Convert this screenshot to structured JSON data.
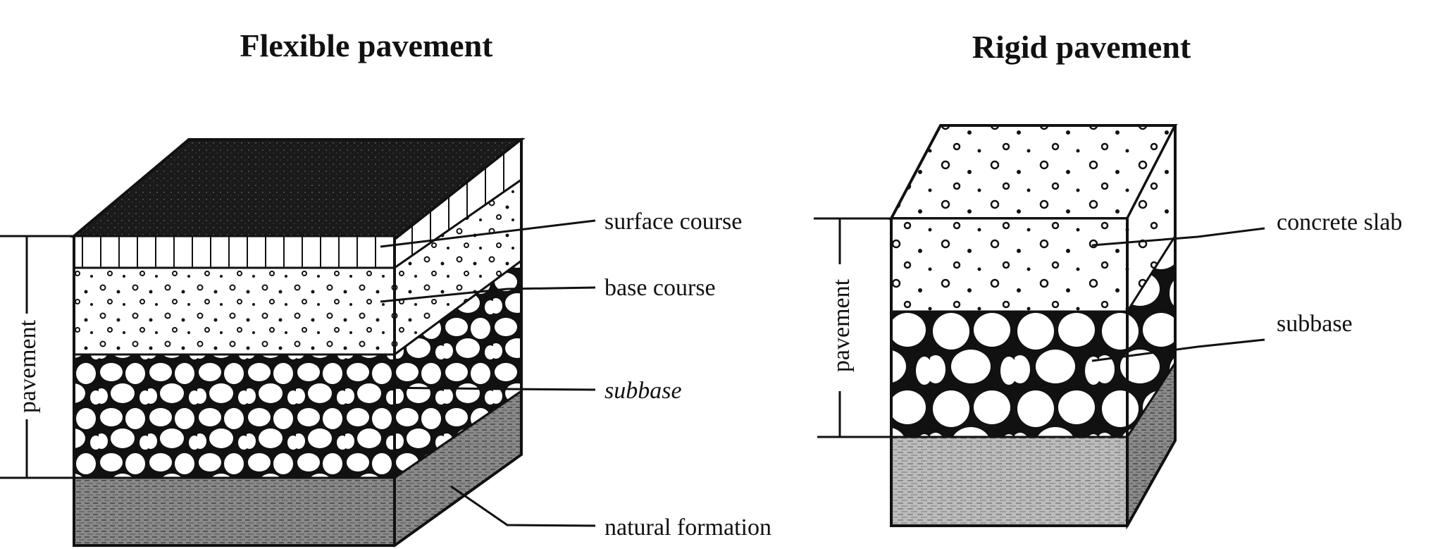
{
  "flexible": {
    "title": "Flexible pavement",
    "pavement_label": "pavement",
    "layers": {
      "surface": "surface course",
      "base": "base course",
      "subbase": "subbase",
      "natural": "natural formation"
    }
  },
  "rigid": {
    "title": "Rigid pavement",
    "pavement_label": "pavement",
    "layers": {
      "slab": "concrete slab",
      "subbase": "subbase"
    }
  },
  "colors": {
    "ink": "#111111",
    "asphalt": "#1a1a1a",
    "soil": "#7a7a7a",
    "paper": "#ffffff"
  }
}
